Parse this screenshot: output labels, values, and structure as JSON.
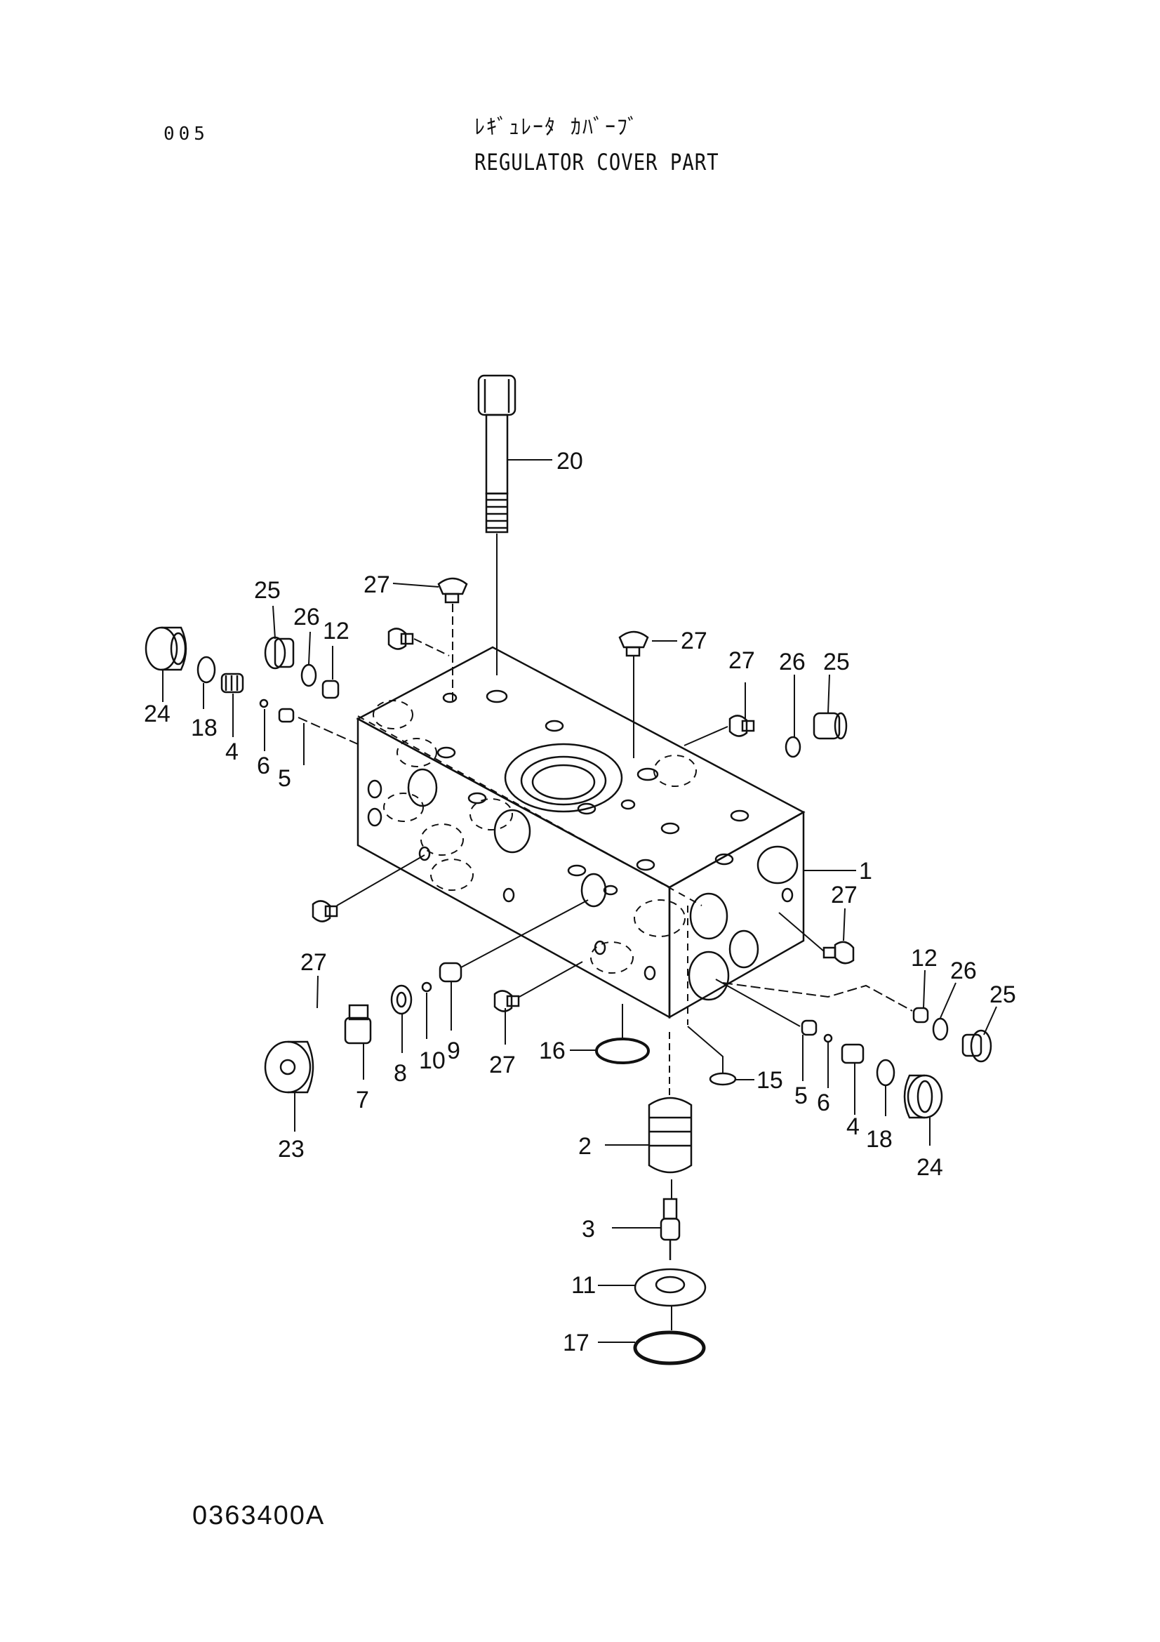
{
  "header": {
    "page_code": "005",
    "title_jp": "ﾚｷﾞｭﾚｰﾀ ｶﾊﾞｰﾌﾞ",
    "title_en": "REGULATOR COVER PART"
  },
  "footer": {
    "drawing_number": "0363400A"
  },
  "callouts": [
    {
      "id": "c20",
      "text": "20"
    },
    {
      "id": "c27a",
      "text": "27"
    },
    {
      "id": "c27b",
      "text": "27"
    },
    {
      "id": "c25a",
      "text": "25"
    },
    {
      "id": "c26a",
      "text": "26"
    },
    {
      "id": "c12a",
      "text": "12"
    },
    {
      "id": "c24a",
      "text": "24"
    },
    {
      "id": "c18a",
      "text": "18"
    },
    {
      "id": "c4a",
      "text": "4"
    },
    {
      "id": "c6a",
      "text": "6"
    },
    {
      "id": "c5a",
      "text": "5"
    },
    {
      "id": "c27c",
      "text": "27"
    },
    {
      "id": "c26b",
      "text": "26"
    },
    {
      "id": "c25b",
      "text": "25"
    },
    {
      "id": "c1",
      "text": "1"
    },
    {
      "id": "c27d",
      "text": "27"
    },
    {
      "id": "c27e",
      "text": "27"
    },
    {
      "id": "c12b",
      "text": "12"
    },
    {
      "id": "c26c",
      "text": "26"
    },
    {
      "id": "c25c",
      "text": "25"
    },
    {
      "id": "c23",
      "text": "23"
    },
    {
      "id": "c7",
      "text": "7"
    },
    {
      "id": "c8",
      "text": "8"
    },
    {
      "id": "c10",
      "text": "10"
    },
    {
      "id": "c9",
      "text": "9"
    },
    {
      "id": "c27f",
      "text": "27"
    },
    {
      "id": "c16",
      "text": "16"
    },
    {
      "id": "c15",
      "text": "15"
    },
    {
      "id": "c5b",
      "text": "5"
    },
    {
      "id": "c6b",
      "text": "6"
    },
    {
      "id": "c4b",
      "text": "4"
    },
    {
      "id": "c18b",
      "text": "18"
    },
    {
      "id": "c24b",
      "text": "24"
    },
    {
      "id": "c2",
      "text": "2"
    },
    {
      "id": "c3",
      "text": "3"
    },
    {
      "id": "c11",
      "text": "11"
    },
    {
      "id": "c17",
      "text": "17"
    }
  ]
}
